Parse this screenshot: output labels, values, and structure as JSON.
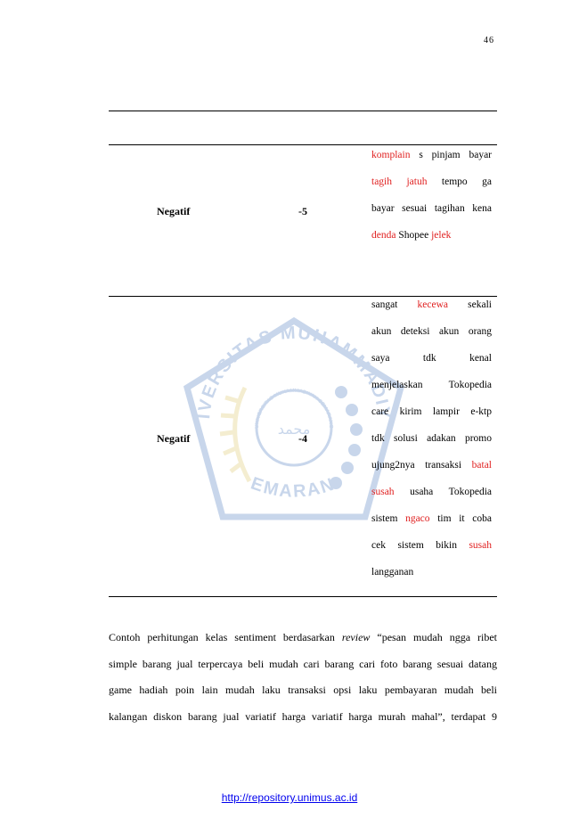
{
  "page_number": "46",
  "rows": [
    {
      "label": "Negatif",
      "score": "-5",
      "lines": [
        [
          {
            "t": "komplain",
            "h": true
          },
          {
            "t": " s pinjam bayar"
          }
        ],
        [
          {
            "t": "tagih",
            "h": true
          },
          {
            "t": " "
          },
          {
            "t": "jatuh",
            "h": true
          },
          {
            "t": " tempo ga"
          }
        ],
        [
          {
            "t": "bayar sesuai tagihan kena"
          }
        ],
        [
          {
            "t": "denda",
            "h": true
          },
          {
            "t": " Shopee "
          },
          {
            "t": "jelek",
            "h": true
          }
        ]
      ]
    },
    {
      "label": "Negatif",
      "score": "-4",
      "lines": [
        [
          {
            "t": "sangat "
          },
          {
            "t": "kecewa",
            "h": true
          },
          {
            "t": " sekali"
          }
        ],
        [
          {
            "t": "akun deteksi akun orang"
          }
        ],
        [
          {
            "t": "saya tdk kenal"
          }
        ],
        [
          {
            "t": "menjelaskan Tokopedia"
          }
        ],
        [
          {
            "t": "care kirim lampir e-ktp"
          }
        ],
        [
          {
            "t": "tdk solusi adakan promo"
          }
        ],
        [
          {
            "t": "ujung2nya transaksi "
          },
          {
            "t": "batal",
            "h": true
          }
        ],
        [
          {
            "t": "susah",
            "h": true
          },
          {
            "t": " usaha Tokopedia"
          }
        ],
        [
          {
            "t": "sistem "
          },
          {
            "t": "ngaco",
            "h": true
          },
          {
            "t": " tim it coba"
          }
        ],
        [
          {
            "t": "cek sistem bikin "
          },
          {
            "t": "susah",
            "h": true
          }
        ],
        [
          {
            "t": "langganan"
          }
        ]
      ]
    }
  ],
  "paragraph": [
    [
      {
        "t": "Contoh perhitungan kelas sentiment berdasarkan "
      },
      {
        "t": "review",
        "i": true
      },
      {
        "t": " “pesan mudah ngga ribet"
      }
    ],
    [
      {
        "t": "simple barang jual terpercaya beli mudah cari barang cari foto barang sesuai datang"
      }
    ],
    [
      {
        "t": "game hadiah poin lain mudah laku transaksi opsi laku pembayaran mudah beli"
      }
    ],
    [
      {
        "t": "kalangan diskon barang jual variatif harga variatif harga murah mahal”, terdapat 9"
      }
    ]
  ],
  "watermark": {
    "top_text": "UNIVERSITAS MUHAMMADIYAH",
    "bottom_text": "SEMARANG",
    "inner_text": "UNIVERSITAS MUHAMMADIYAH SEMARANG",
    "center_glyph": "محمد",
    "color": "#3d6fb8",
    "leaf_color": "#d8c25a"
  },
  "footer": {
    "link_text": "http://repository.unimus.ac.id"
  },
  "colors": {
    "highlight": "#e02020",
    "link": "#0000ee"
  }
}
